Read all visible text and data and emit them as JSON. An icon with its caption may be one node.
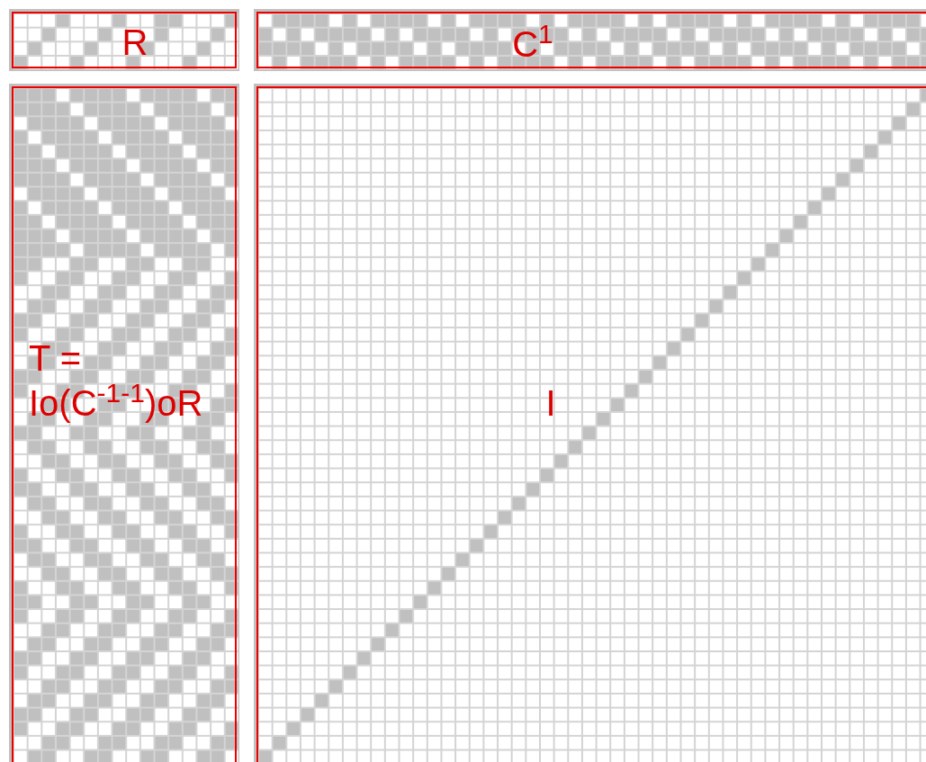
{
  "diagram": {
    "nodes": [
      {
        "text": [
          "R"
        ]
      },
      {
        "text": [
          "C$^{1}$"
        ]
      },
      {
        "text": [
          "T = Io(C$^{-1-1}$)oR"
        ]
      },
      {
        "text": [
          "I"
        ]
      }
    ]
  }
}
